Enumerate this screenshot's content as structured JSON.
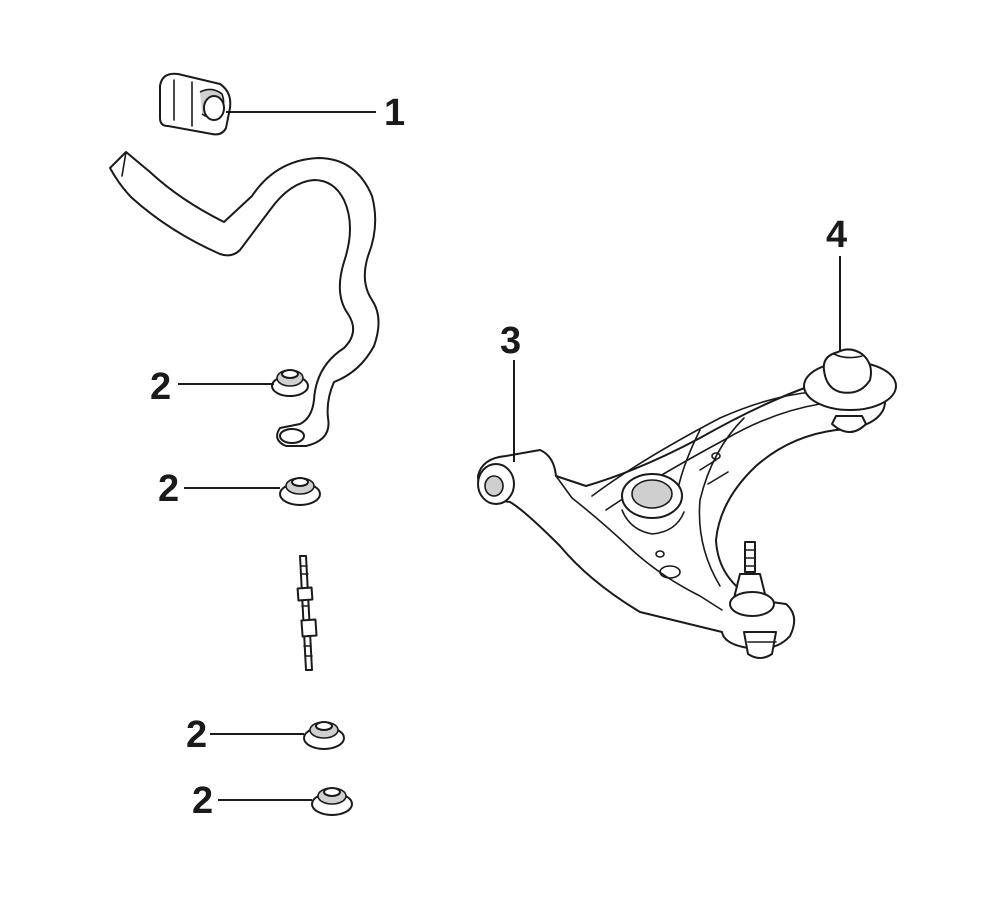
{
  "diagram": {
    "callouts": [
      {
        "id": "c1",
        "label": "1"
      },
      {
        "id": "c2a",
        "label": "2"
      },
      {
        "id": "c2b",
        "label": "2"
      },
      {
        "id": "c2c",
        "label": "2"
      },
      {
        "id": "c2d",
        "label": "2"
      },
      {
        "id": "c3",
        "label": "3"
      },
      {
        "id": "c4",
        "label": "4"
      }
    ],
    "colors": {
      "line": "#1a1a1a",
      "background": "#ffffff",
      "shade": "#cfcfcf"
    }
  }
}
